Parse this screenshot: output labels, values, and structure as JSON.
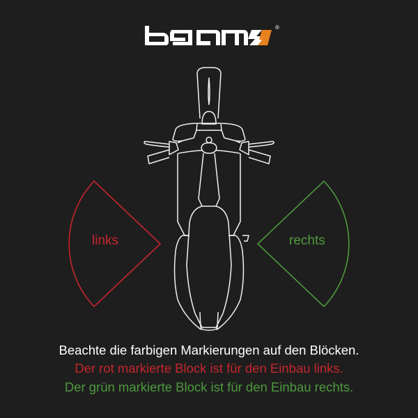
{
  "logo": {
    "text": "bgm",
    "registered": "®"
  },
  "labels": {
    "left": "links",
    "right": "rechts"
  },
  "captions": [
    "Beachte die farbigen Markierungen auf den Blöcken.",
    "Der rot markierte Block ist für den Einbau links.",
    "Der grün markierte Block ist für den Einbau rechts."
  ],
  "colors": {
    "background": "#1f1e1e",
    "left": "#c4262e",
    "right": "#4c9a3e",
    "accent": "#e8821e",
    "text": "#ffffff"
  }
}
